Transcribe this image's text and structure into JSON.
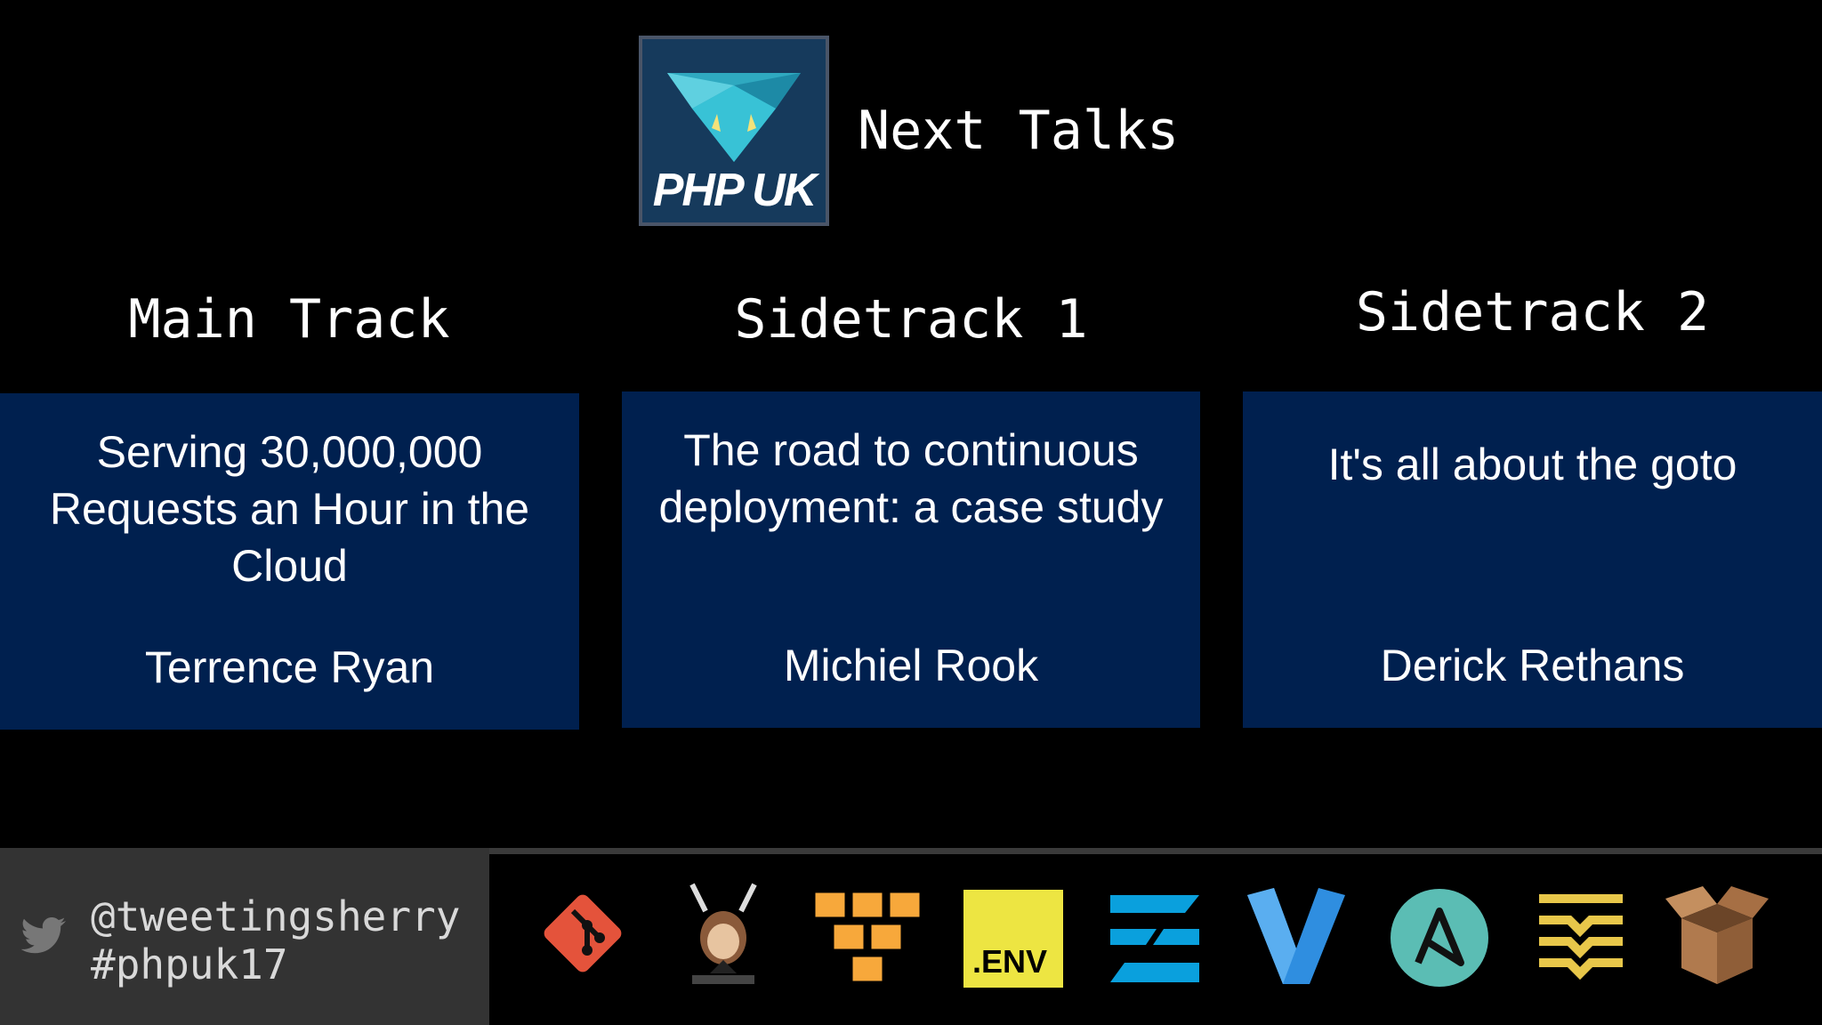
{
  "header": {
    "logo_text": "PHP UK",
    "title": "Next Talks"
  },
  "tracks": [
    {
      "name": "Main Track",
      "talk": "Serving 30,000,000 Requests an Hour in the Cloud",
      "speaker": "Terrence Ryan"
    },
    {
      "name": "Sidetrack 1",
      "talk": "The road to continuous deployment: a case study",
      "speaker": "Michiel Rook"
    },
    {
      "name": "Sidetrack 2",
      "talk": "It's all about the goto",
      "speaker": "Derick Rethans"
    }
  ],
  "footer": {
    "handle": "@tweetingsherry",
    "hashtag": "#phpuk17",
    "env_logo_text": ".ENV",
    "tool_icons": [
      "git-icon",
      "composer-icon",
      "aws-icon",
      "dotenv-icon",
      "zend-icon",
      "vagrant-icon",
      "ansible-icon",
      "phing-icon",
      "box-icon"
    ]
  },
  "colors": {
    "background": "#000000",
    "card": "#00204f",
    "footer_left": "#333333",
    "logo_bg": "#163a5c"
  }
}
